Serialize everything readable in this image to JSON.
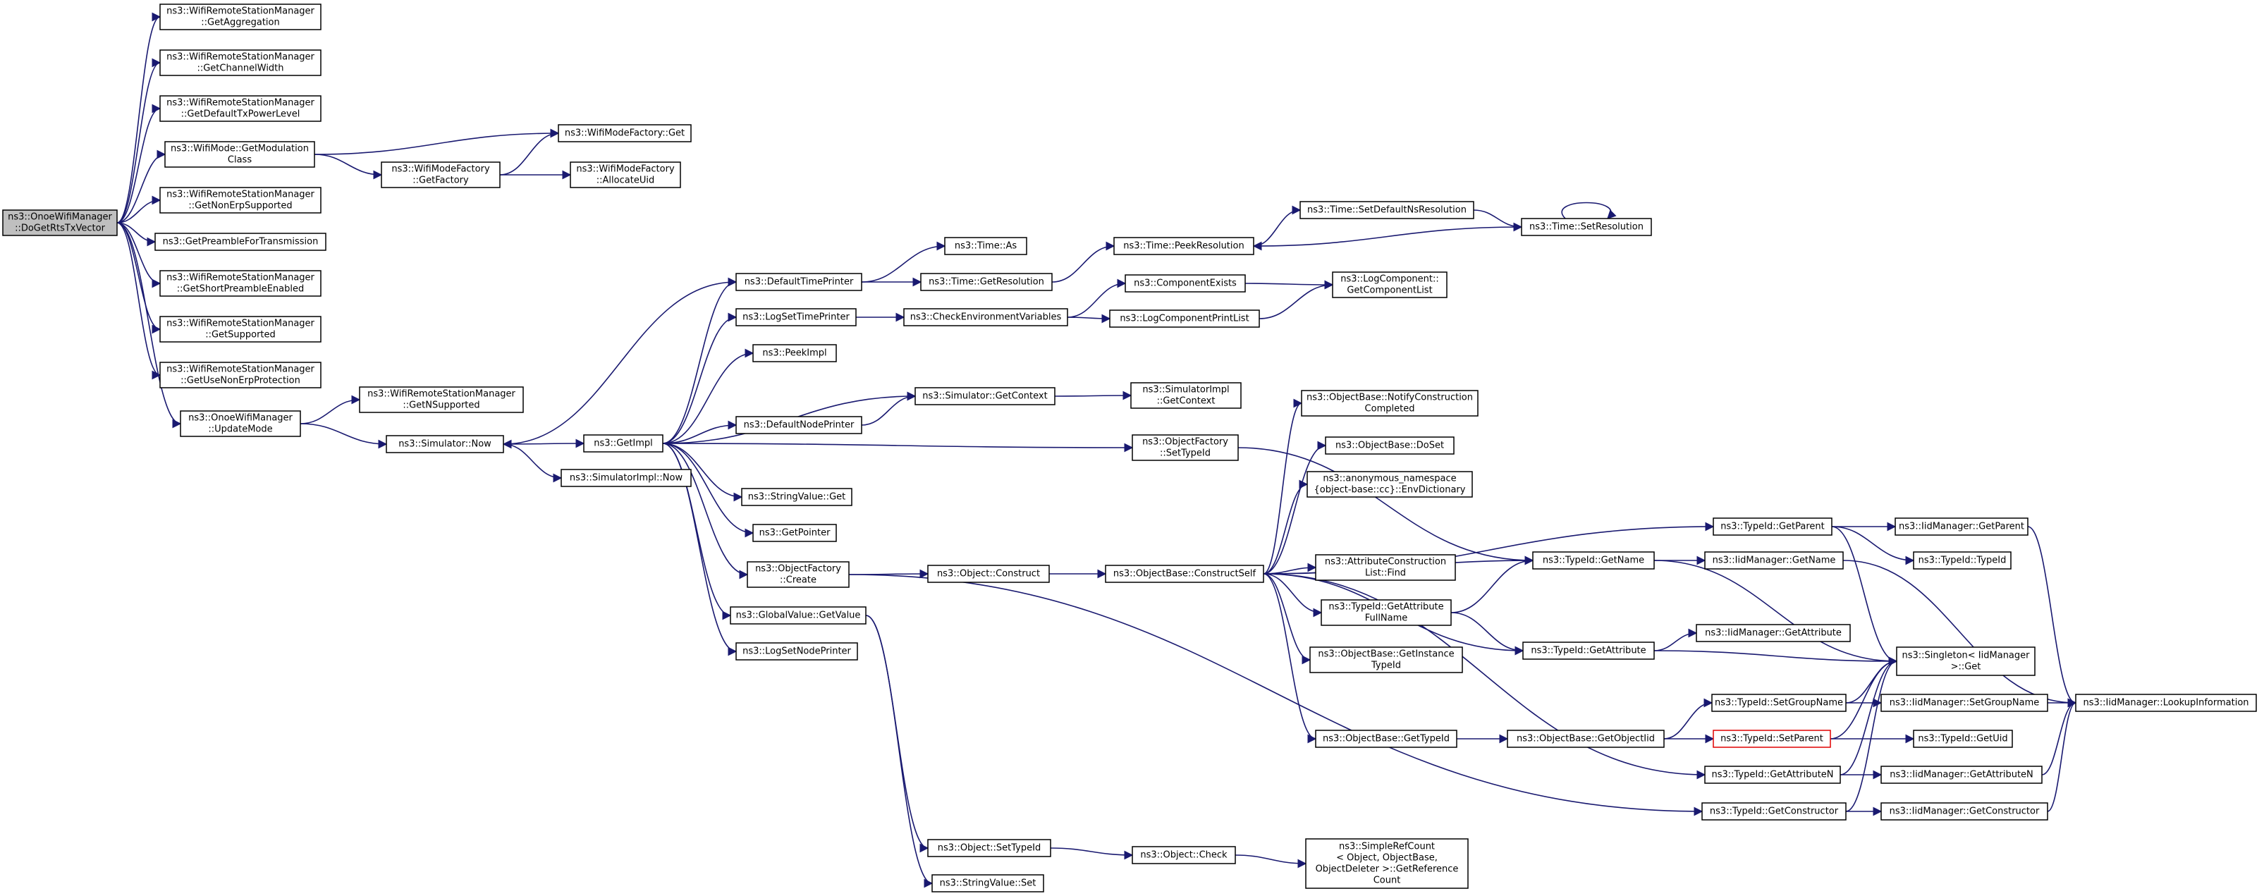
{
  "colors": {
    "edge": "#191970",
    "root_fill": "#bfbfbf",
    "highlight_border": "#e00000"
  },
  "nodes": {
    "root": [
      "ns3::OnoeWifiManager",
      "::DoGetRtsTxVector"
    ],
    "getAggregation": [
      "ns3::WifiRemoteStationManager",
      "::GetAggregation"
    ],
    "getChannelWidth": [
      "ns3::WifiRemoteStationManager",
      "::GetChannelWidth"
    ],
    "getDefaultTxPowerLevel": [
      "ns3::WifiRemoteStationManager",
      "::GetDefaultTxPowerLevel"
    ],
    "getModulationClass": [
      "ns3::WifiMode::GetModulation",
      "Class"
    ],
    "getNonErpSupported": [
      "ns3::WifiRemoteStationManager",
      "::GetNonErpSupported"
    ],
    "getPreamble": [
      "ns3::GetPreambleForTransmission"
    ],
    "getShortPreamble": [
      "ns3::WifiRemoteStationManager",
      "::GetShortPreambleEnabled"
    ],
    "getSupported": [
      "ns3::WifiRemoteStationManager",
      "::GetSupported"
    ],
    "getUseNonErp": [
      "ns3::WifiRemoteStationManager",
      "::GetUseNonErpProtection"
    ],
    "updateMode": [
      "ns3::OnoeWifiManager",
      "::UpdateMode"
    ],
    "wmfGetFactory": [
      "ns3::WifiModeFactory",
      "::GetFactory"
    ],
    "wmfGet": [
      "ns3::WifiModeFactory::Get"
    ],
    "wmfAllocateUid": [
      "ns3::WifiModeFactory",
      "::AllocateUid"
    ],
    "getNSupported": [
      "ns3::WifiRemoteStationManager",
      "::GetNSupported"
    ],
    "simNow": [
      "ns3::Simulator::Now"
    ],
    "simImplNow": [
      "ns3::SimulatorImpl::Now"
    ],
    "getImpl": [
      "ns3::GetImpl"
    ],
    "defaultTimePrinter": [
      "ns3::DefaultTimePrinter"
    ],
    "logSetTimePrinter": [
      "ns3::LogSetTimePrinter"
    ],
    "peekImpl": [
      "ns3::PeekImpl"
    ],
    "defaultNodePrinter": [
      "ns3::DefaultNodePrinter"
    ],
    "stringValueGet": [
      "ns3::StringValue::Get"
    ],
    "getPointer": [
      "ns3::GetPointer"
    ],
    "objFactoryCreate": [
      "ns3::ObjectFactory",
      "::Create"
    ],
    "globalValueGetValue": [
      "ns3::GlobalValue::GetValue"
    ],
    "logSetNodePrinter": [
      "ns3::LogSetNodePrinter"
    ],
    "timeAs": [
      "ns3::Time::As"
    ],
    "timeGetResolution": [
      "ns3::Time::GetResolution"
    ],
    "checkEnvVars": [
      "ns3::CheckEnvironmentVariables"
    ],
    "simGetContext": [
      "ns3::Simulator::GetContext"
    ],
    "objFactorySetTypeId": [
      "ns3::ObjectFactory",
      "::SetTypeId"
    ],
    "objectConstruct": [
      "ns3::Object::Construct"
    ],
    "objectSetTypeId": [
      "ns3::Object::SetTypeId"
    ],
    "stringValueSet": [
      "ns3::StringValue::Set"
    ],
    "timePeekResolution": [
      "ns3::Time::PeekResolution"
    ],
    "componentExists": [
      "ns3::ComponentExists"
    ],
    "logComponentPrintList": [
      "ns3::LogComponentPrintList"
    ],
    "simImplGetContext": [
      "ns3::SimulatorImpl",
      "::GetContext"
    ],
    "objectBaseConstructSelf": [
      "ns3::ObjectBase::ConstructSelf"
    ],
    "objectCheck": [
      "ns3::Object::Check"
    ],
    "timeSetDefaultNs": [
      "ns3::Time::SetDefaultNsResolution"
    ],
    "timeSetResolution": [
      "ns3::Time::SetResolution"
    ],
    "logComponentGetList": [
      "ns3::LogComponent::",
      "GetComponentList"
    ],
    "notifyConstruction": [
      "ns3::ObjectBase::NotifyConstruction",
      "Completed"
    ],
    "doSet": [
      "ns3::ObjectBase::DoSet"
    ],
    "envDictionary": [
      "ns3::anonymous_namespace",
      "{object-base::cc}::EnvDictionary"
    ],
    "attrConstructionFind": [
      "ns3::AttributeConstruction",
      "List::Find"
    ],
    "getAttributeFullName": [
      "ns3::TypeId::GetAttribute",
      "FullName"
    ],
    "getInstanceTypeId": [
      "ns3::ObjectBase::GetInstance",
      "TypeId"
    ],
    "getTypeId": [
      "ns3::ObjectBase::GetTypeId"
    ],
    "simpleRefCount": [
      "ns3::SimpleRefCount",
      "< Object, ObjectBase,",
      "ObjectDeleter >::GetReference",
      "Count"
    ],
    "typeIdGetName": [
      "ns3::TypeId::GetName"
    ],
    "typeIdGetAttribute": [
      "ns3::TypeId::GetAttribute"
    ],
    "getObjectIid": [
      "ns3::ObjectBase::GetObjectIid"
    ],
    "typeIdGetParent": [
      "ns3::TypeId::GetParent"
    ],
    "iidGetName": [
      "ns3::IidManager::GetName"
    ],
    "iidGetAttribute": [
      "ns3::IidManager::GetAttribute"
    ],
    "typeIdSetGroupName": [
      "ns3::TypeId::SetGroupName"
    ],
    "typeIdSetParent": [
      "ns3::TypeId::SetParent"
    ],
    "typeIdGetAttributeN": [
      "ns3::TypeId::GetAttributeN"
    ],
    "typeIdGetConstructor": [
      "ns3::TypeId::GetConstructor"
    ],
    "iidGetParent": [
      "ns3::IidManager::GetParent"
    ],
    "typeIdTypeId": [
      "ns3::TypeId::TypeId"
    ],
    "singletonGet": [
      "ns3::Singleton< IidManager",
      " >::Get"
    ],
    "iidSetGroupName": [
      "ns3::IidManager::SetGroupName"
    ],
    "typeIdGetUid": [
      "ns3::TypeId::GetUid"
    ],
    "iidGetAttributeN": [
      "ns3::IidManager::GetAttributeN"
    ],
    "iidGetConstructor": [
      "ns3::IidManager::GetConstructor"
    ],
    "iidLookupInformation": [
      "ns3::IidManager::LookupInformation"
    ]
  }
}
